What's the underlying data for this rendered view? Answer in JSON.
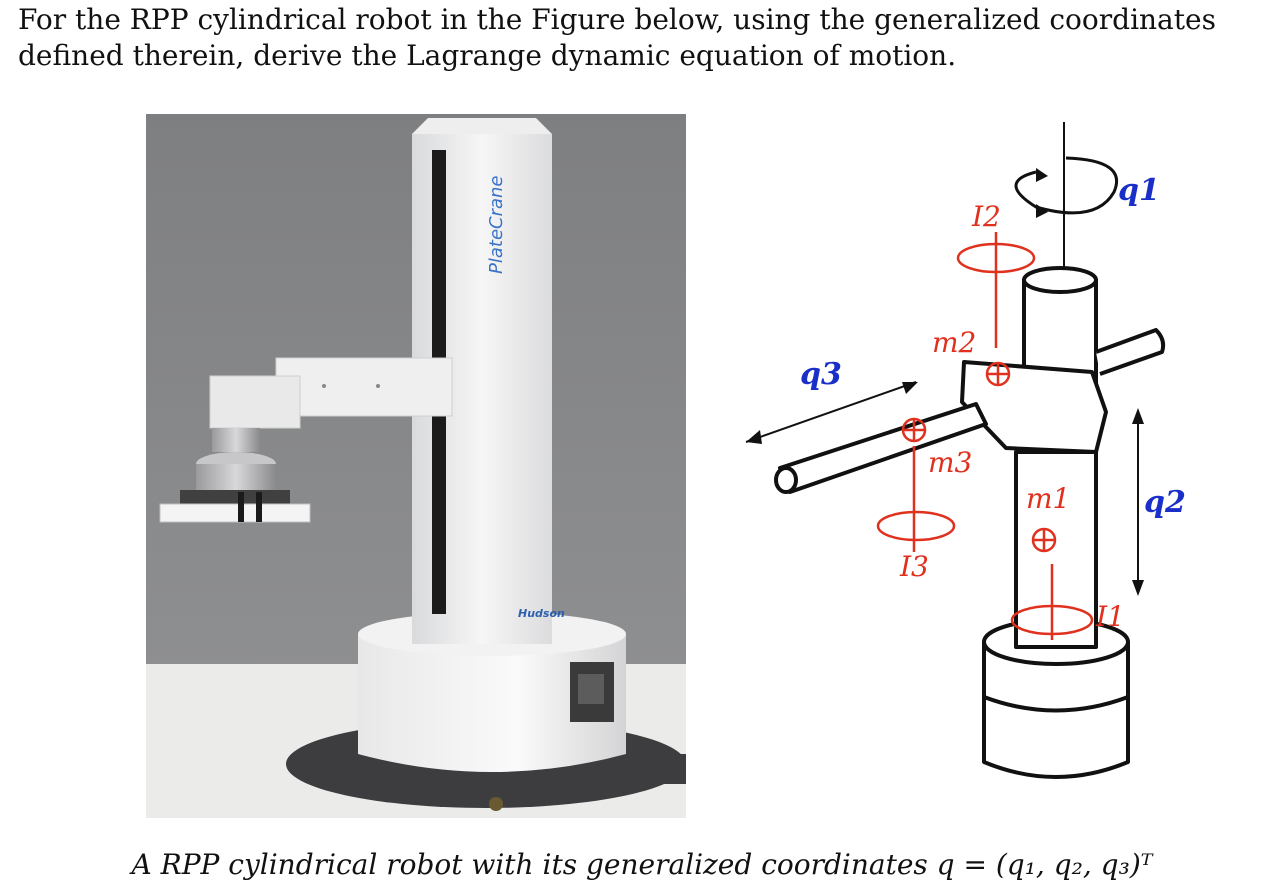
{
  "question": "For the RPP cylindrical robot in the Figure below, using the generalized coordinates defined therein, derive the Lagrange dynamic equation of motion.",
  "caption": "A RPP cylindrical robot with its generalized coordinates q = (q₁, q₂, q₃)ᵀ",
  "photo": {
    "brand_text": "PlateCrane",
    "logo_text": "Hudson"
  },
  "diagram": {
    "coordinates": {
      "q1": "q1",
      "q2": "q2",
      "q3": "q3"
    },
    "masses": {
      "m1": "m1",
      "m2": "m2",
      "m3": "m3"
    },
    "inertias": {
      "I1": "I1",
      "I2": "I2",
      "I3": "I3"
    },
    "colors": {
      "coordinate": "#1a2fc8",
      "dynamics": "#e0301e"
    }
  }
}
